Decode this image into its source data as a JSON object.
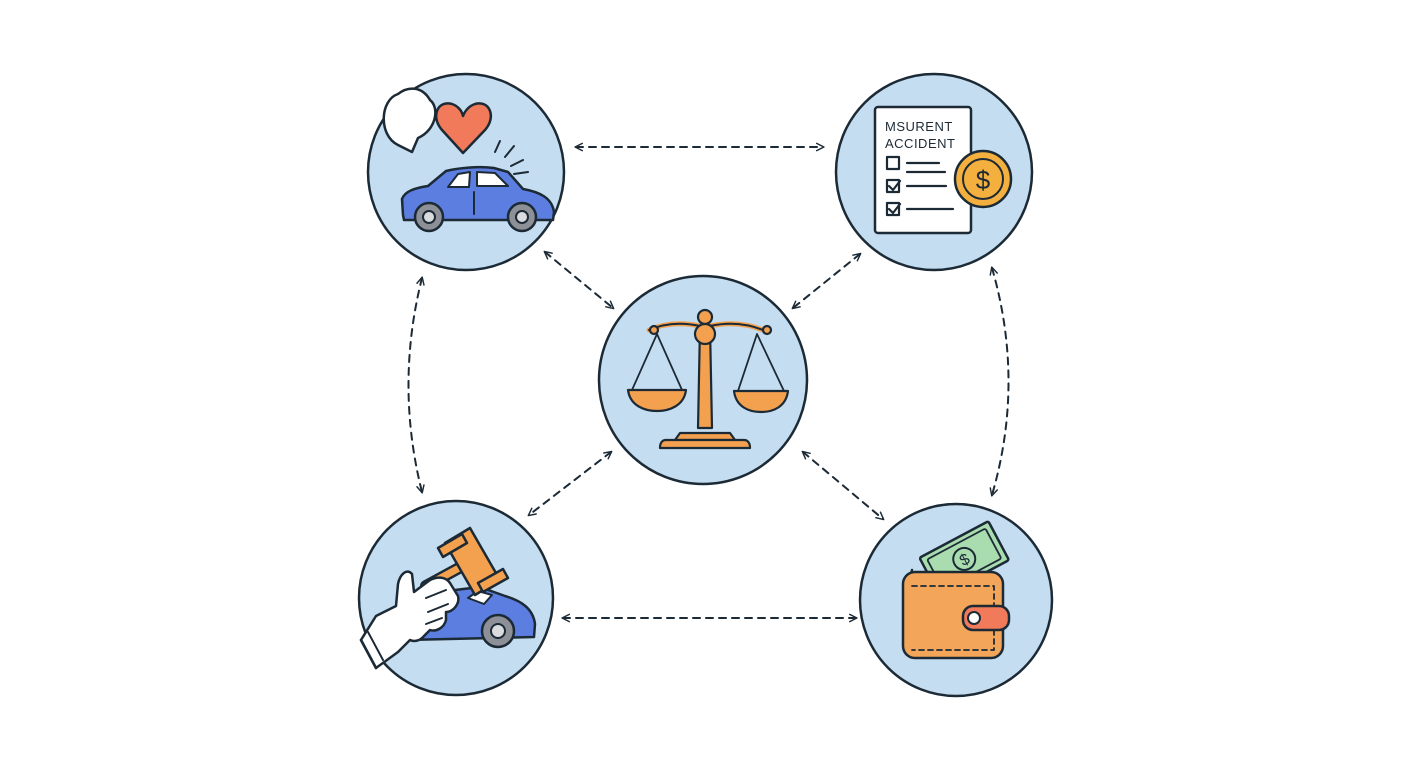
{
  "diagram": {
    "nodes": [
      {
        "id": "car-accident",
        "icon": "car-heart-icon"
      },
      {
        "id": "insurance-document",
        "icon": "insurance-document-icon",
        "doc_title_line1": "MSURENT",
        "doc_title_line2": "ACCIDENT",
        "coin_symbol": "$"
      },
      {
        "id": "justice",
        "icon": "scales-of-justice-icon"
      },
      {
        "id": "legal-ruling",
        "icon": "gavel-hand-car-icon"
      },
      {
        "id": "compensation",
        "icon": "wallet-money-icon",
        "bill_symbol": "$"
      }
    ],
    "connections": [
      {
        "from": "car-accident",
        "to": "insurance-document",
        "style": "dashed",
        "arrows": "both"
      },
      {
        "from": "car-accident",
        "to": "justice",
        "style": "dashed",
        "arrows": "both"
      },
      {
        "from": "insurance-document",
        "to": "justice",
        "style": "dashed",
        "arrows": "both"
      },
      {
        "from": "car-accident",
        "to": "legal-ruling",
        "style": "dashed",
        "arrows": "both"
      },
      {
        "from": "insurance-document",
        "to": "compensation",
        "style": "dashed",
        "arrows": "both"
      },
      {
        "from": "justice",
        "to": "legal-ruling",
        "style": "dashed",
        "arrows": "both"
      },
      {
        "from": "justice",
        "to": "compensation",
        "style": "dashed",
        "arrows": "both"
      },
      {
        "from": "legal-ruling",
        "to": "compensation",
        "style": "dashed",
        "arrows": "both"
      }
    ],
    "colors": {
      "circle_fill": "#c4ddf0",
      "outline": "#1c2a36",
      "car_blue": "#5b7ee0",
      "heart_red": "#f07a5a",
      "orange": "#f3a04f",
      "coin_gold": "#f4b03e",
      "money_green": "#a9dcae",
      "wallet_orange": "#f3a559"
    }
  }
}
